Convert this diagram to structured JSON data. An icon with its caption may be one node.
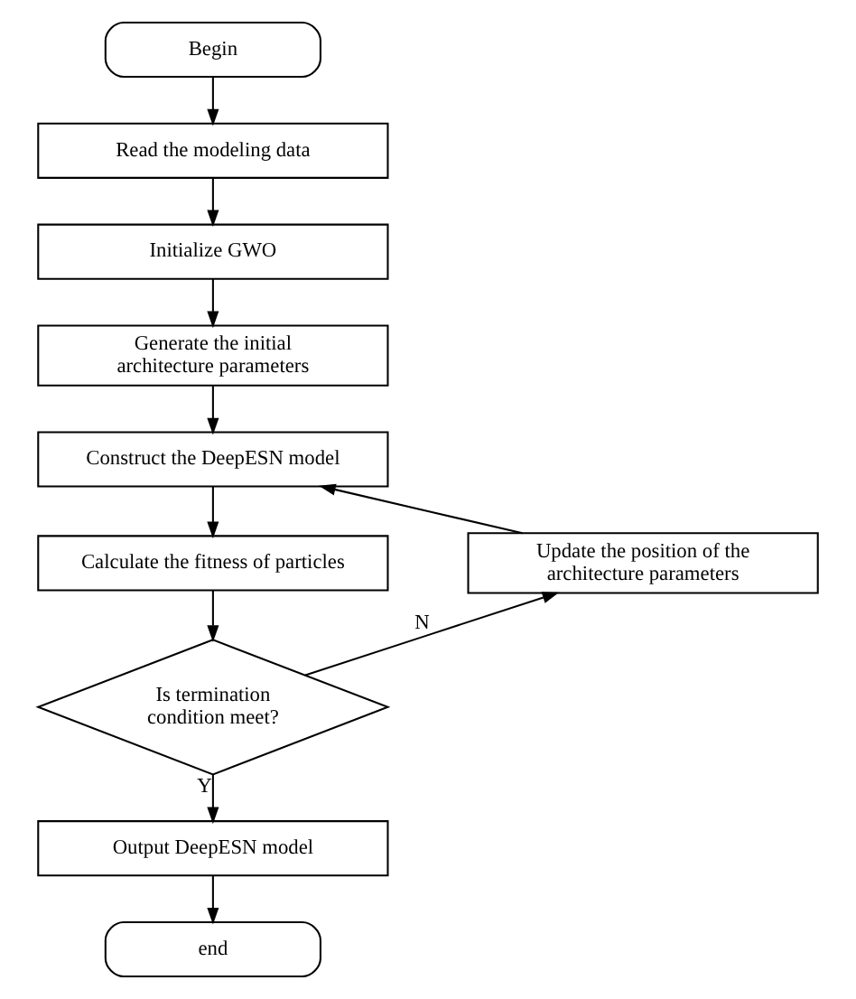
{
  "diagram": {
    "nodes": [
      {
        "text": [
          "Begin"
        ]
      },
      {
        "text": [
          "Read the modeling data"
        ]
      },
      {
        "text": [
          "Initialize GWO"
        ]
      },
      {
        "text": [
          "Generate the initial architecture parameters"
        ]
      },
      {
        "text": [
          "Construct the DeepESN model"
        ]
      },
      {
        "text": [
          "Calculate the fitness of particles"
        ]
      },
      {
        "text": [
          "Is termination condition meet?"
        ]
      },
      {
        "text": [
          "Update the position of the architecture parameters"
        ]
      },
      {
        "text": [
          "Output DeepESN model"
        ]
      },
      {
        "text": [
          "end"
        ]
      }
    ],
    "edges": [
      {
        "from": 0,
        "to": 1,
        "arrow": "to"
      },
      {
        "from": 1,
        "to": 2,
        "arrow": "to"
      },
      {
        "from": 2,
        "to": 3,
        "arrow": "to"
      },
      {
        "from": 3,
        "to": 4,
        "arrow": "to"
      },
      {
        "from": 4,
        "to": 5,
        "arrow": "to"
      },
      {
        "from": 5,
        "to": 6,
        "arrow": "to"
      },
      {
        "from": 6,
        "to": 7,
        "arrow": "to",
        "label": "N"
      },
      {
        "from": 7,
        "to": 4,
        "arrow": "to"
      },
      {
        "from": 6,
        "to": 8,
        "arrow": "to",
        "label": "Y"
      },
      {
        "from": 8,
        "to": 9,
        "arrow": "to"
      }
    ]
  }
}
